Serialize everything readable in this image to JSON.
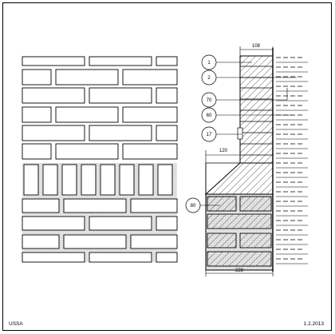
{
  "sheet": {
    "org_label": "USSA",
    "date_label": "1.2.2013"
  },
  "dimensions": {
    "top_width": "108",
    "ledge_width": "120",
    "bottom_width": "228"
  },
  "callouts": [
    {
      "label": "1"
    },
    {
      "label": "2"
    },
    {
      "label": "70"
    },
    {
      "label": "60"
    },
    {
      "label": "17"
    },
    {
      "label": "80"
    }
  ]
}
